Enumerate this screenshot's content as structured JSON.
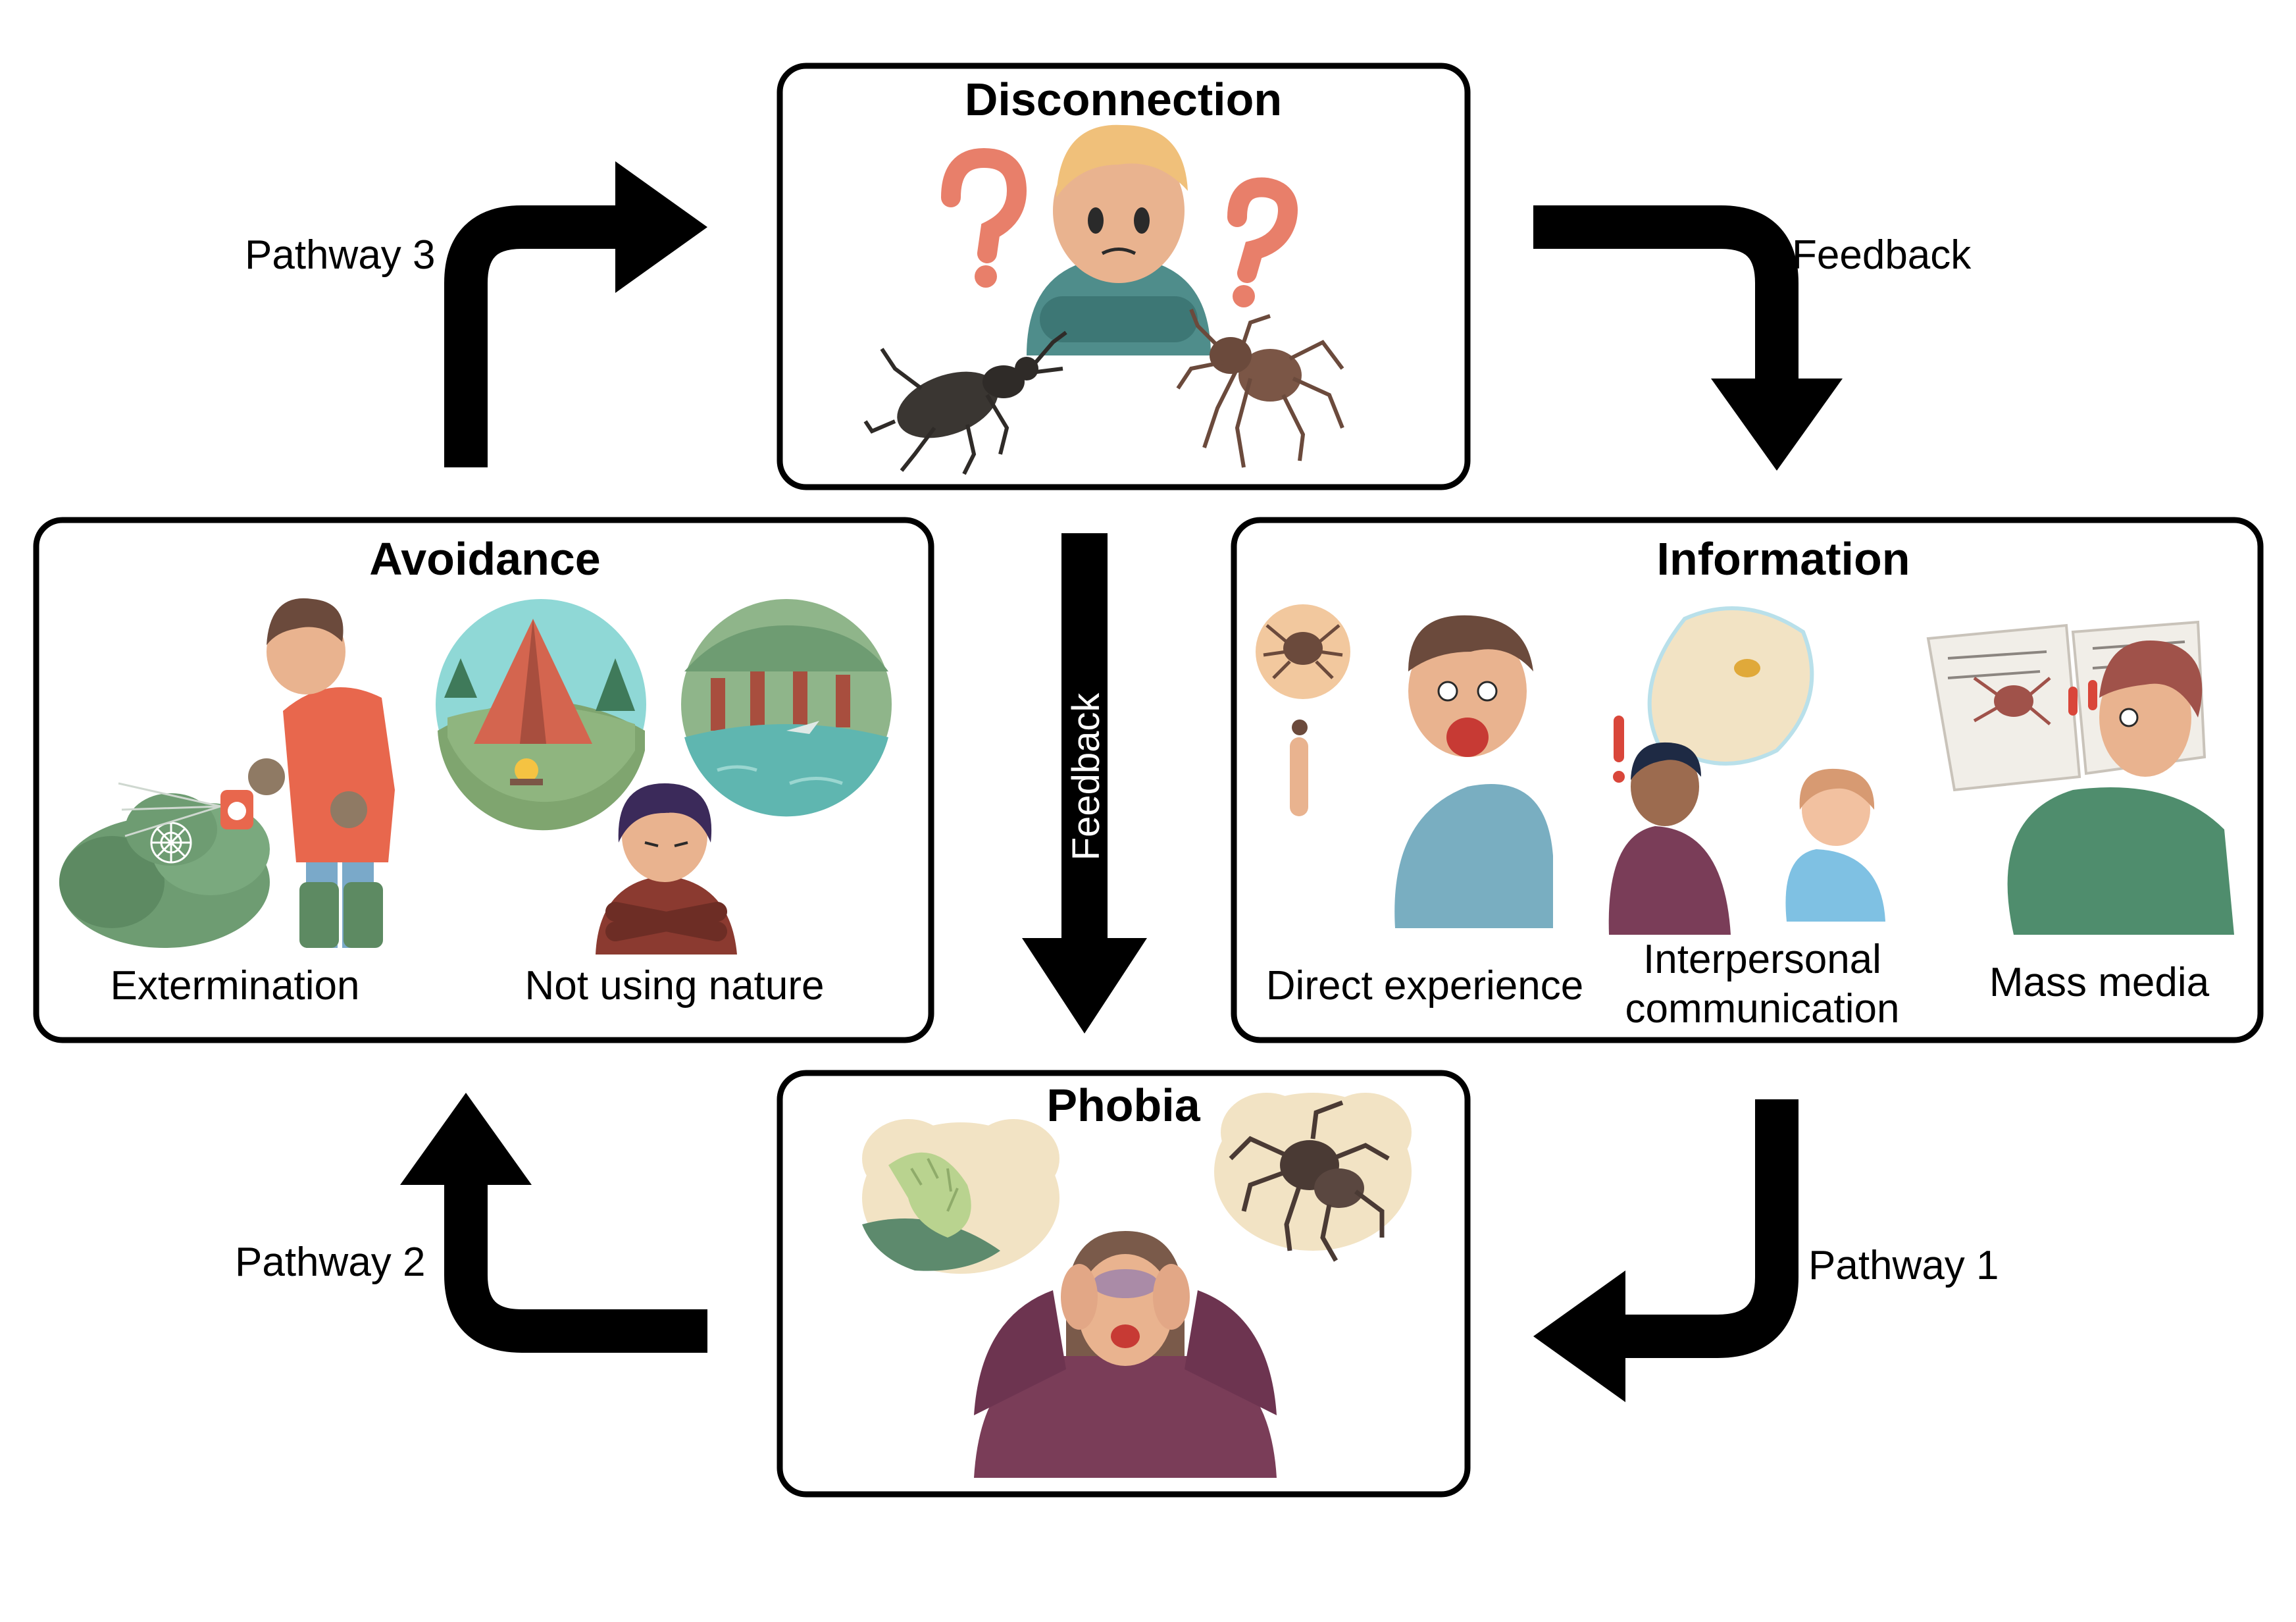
{
  "boxes": {
    "disconnection": {
      "title": "Disconnection"
    },
    "avoidance": {
      "title": "Avoidance",
      "labels": [
        "Extermination",
        "Not using nature"
      ]
    },
    "information": {
      "title": "Information",
      "labels": [
        "Direct experience",
        "Interpersonal",
        "communication",
        "Mass media"
      ]
    },
    "phobia": {
      "title": "Phobia"
    }
  },
  "arrows": {
    "pathway3": "Pathway 3",
    "feedback_top_right": "Feedback",
    "feedback_center": "Feedback",
    "pathway1": "Pathway 1",
    "pathway2": "Pathway 2"
  },
  "colors": {
    "arrow": "#000000",
    "question_mark": "#e87f6a",
    "shirt_teal": "#4f8d8b",
    "skin": "#e9b38f",
    "hair_blond": "#f0c07a",
    "bush_green": "#6e9c72",
    "sky_cyan": "#8fd8d6",
    "water": "#5fb6b0",
    "shirt_red": "#e8674d",
    "jeans": "#7aa9c9",
    "maroon": "#7a3d58",
    "beige": "#f2e3c4",
    "shirt_blue": "#79aec1",
    "coat_green": "#4f8d6d",
    "spider_brown": "#6b4a3c"
  }
}
